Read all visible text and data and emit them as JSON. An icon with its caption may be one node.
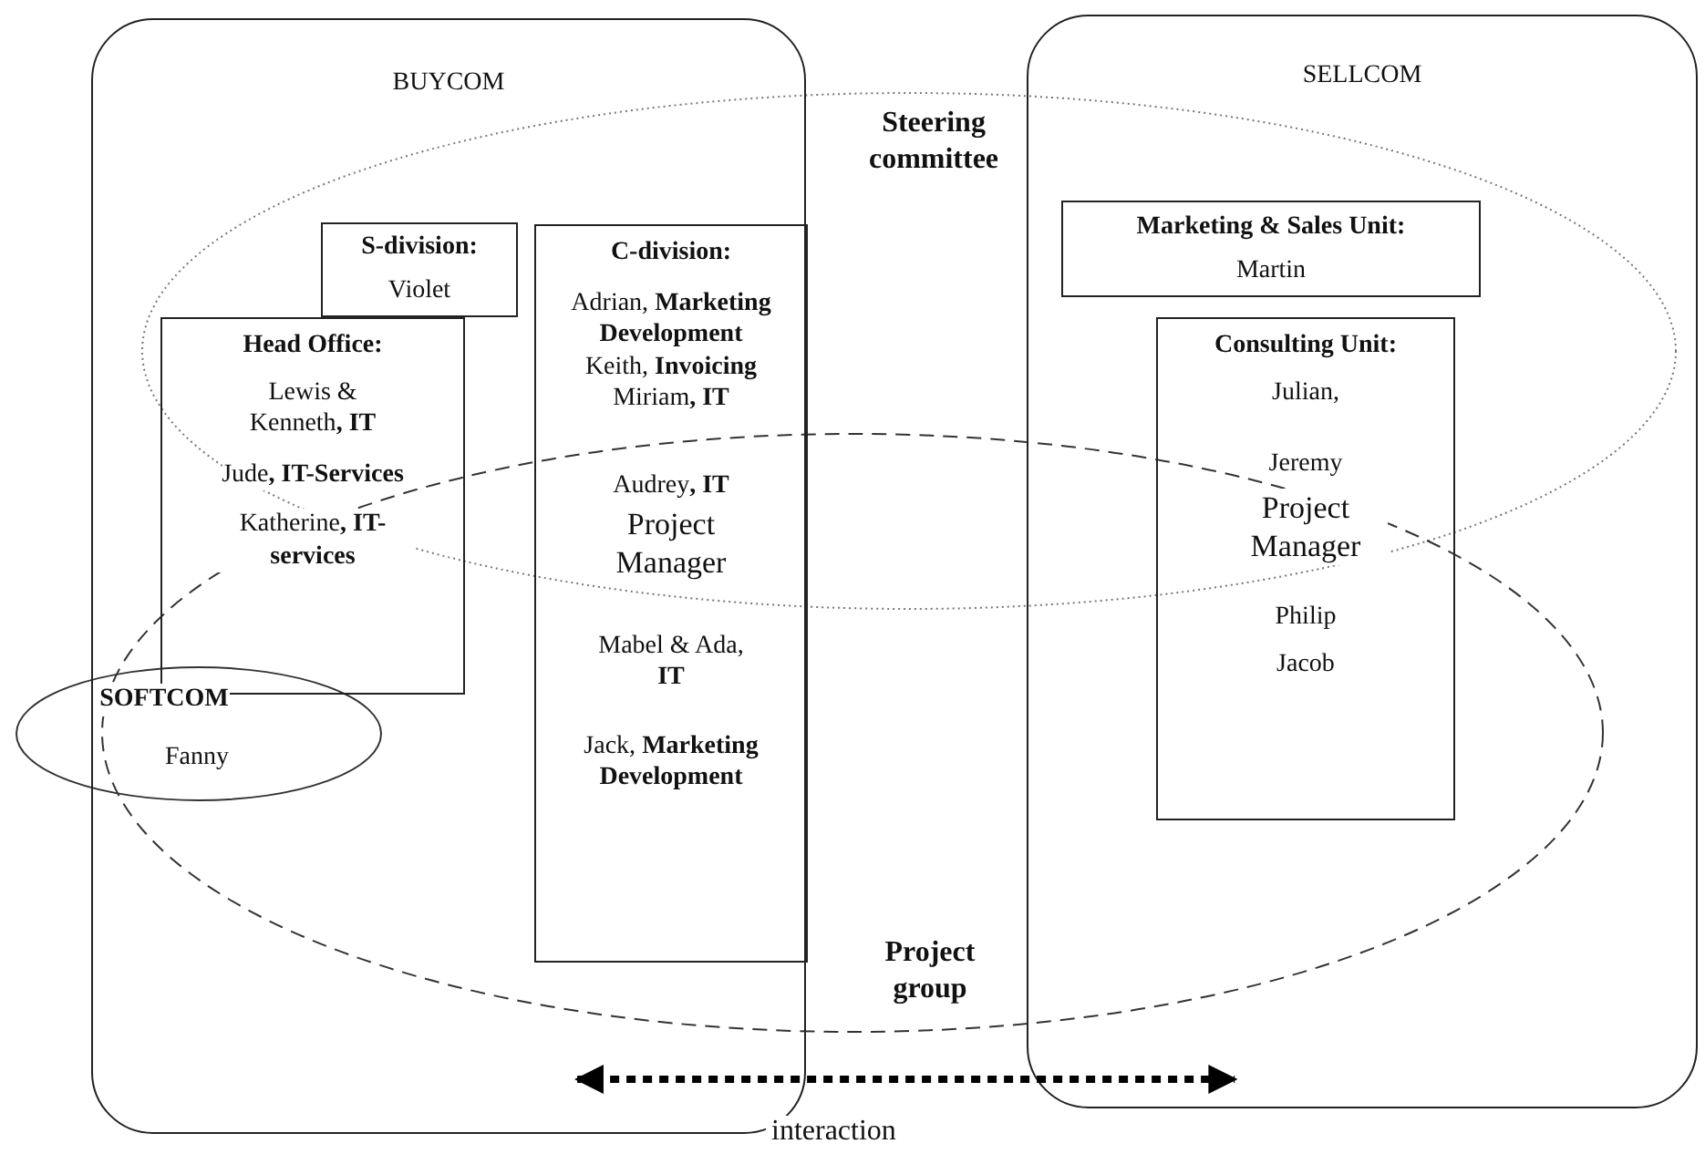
{
  "diagram": {
    "nodes": [
      {
        "text": [
          "BUYCOM"
        ]
      },
      {
        "text": [
          "S-division:",
          "Violet"
        ]
      },
      {
        "text": [
          "Head Office:",
          "Lewis & Kenneth**, IT**",
          "Jude**, IT-Services**",
          "Katherine**, IT-services**"
        ],
        "in": 0
      },
      {
        "text": [
          "C-division:",
          "Adrian, **Marketing Development**",
          "Keith, **Invoicing**",
          "Miriam**, IT**",
          "Audrey**, IT**",
          "Project Manager",
          "Mabel & Ada, **IT**",
          "Jack, **Marketing Development**"
        ],
        "in": 0
      },
      {
        "text": [
          "SELLCOM"
        ]
      },
      {
        "text": [
          "Marketing & Sales Unit:",
          "Martin"
        ]
      },
      {
        "text": [
          "Consulting Unit:",
          "Julian,",
          "Jeremy",
          "Project Manager",
          "Philip",
          "Jacob"
        ],
        "in": 4
      },
      {
        "text": [
          "Steering committee"
        ]
      },
      {
        "text": [
          "Project group"
        ]
      },
      {
        "text": [
          "SOFTCOM",
          "Fanny"
        ]
      }
    ],
    "edges": [
      {
        "from": 0,
        "to": 4,
        "arrow": "both",
        "label": "interaction",
        "style": "dashed"
      }
    ]
  }
}
